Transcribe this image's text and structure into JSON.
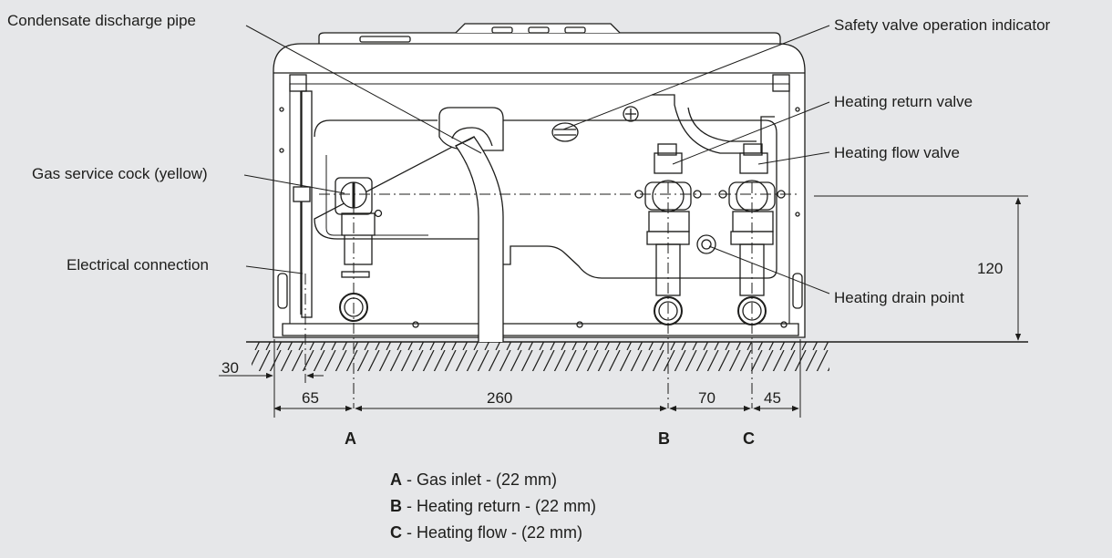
{
  "labels": {
    "condensate": "Condensate discharge pipe",
    "safety_valve": "Safety valve operation indicator",
    "heating_return_valve": "Heating return valve",
    "heating_flow_valve": "Heating flow valve",
    "gas_cock": "Gas service cock (yellow)",
    "electrical": "Electrical connection",
    "drain": "Heating drain point"
  },
  "dimensions": {
    "d30": "30",
    "d65": "65",
    "d260": "260",
    "d70": "70",
    "d45": "45",
    "d120": "120"
  },
  "connections": {
    "a": "A",
    "b": "B",
    "c": "C"
  },
  "legend": [
    {
      "key": "A",
      "text": " -  Gas inlet -  (22 mm)"
    },
    {
      "key": "B",
      "text": " -  Heating return -  (22 mm)"
    },
    {
      "key": "C",
      "text": " -  Heating flow -  (22 mm)"
    }
  ],
  "colors": {
    "background": "#e6e7e9",
    "boiler_fill": "#ffffff",
    "stroke": "#1d1d1b"
  }
}
